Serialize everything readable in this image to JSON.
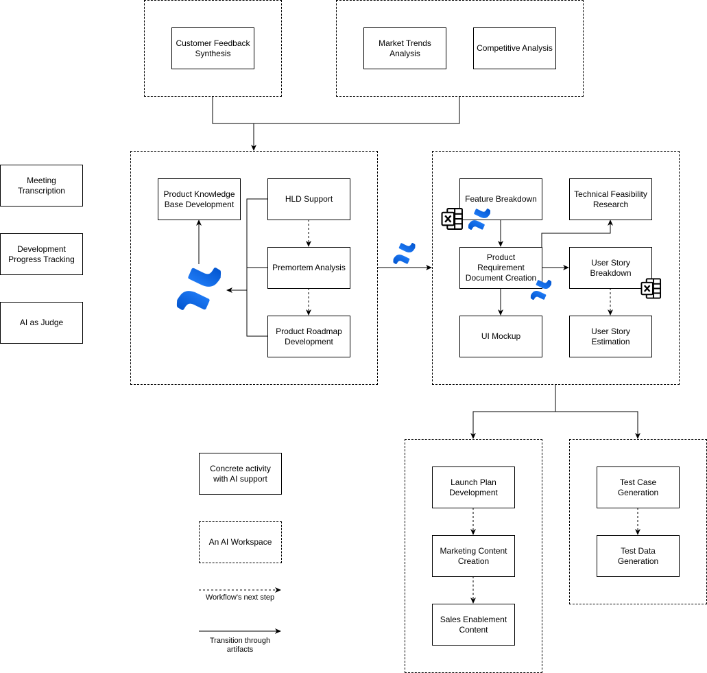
{
  "workspaces": {
    "feedback": {
      "box": "Customer Feedback Synthesis"
    },
    "market": {
      "trends": "Market Trends Analysis",
      "competitive": "Competitive Analysis"
    },
    "product": {
      "knowledge": "Product Knowledge Base Development",
      "hld": "HLD Support",
      "premortem": "Premortem Analysis",
      "roadmap": "Product Roadmap Development"
    },
    "requirements": {
      "feature": "Feature Breakdown",
      "feasibility": "Technical Feasibility Research",
      "prd": "Product Requirement Document Creation",
      "story": "User Story Breakdown",
      "mockup": "UI Mockup",
      "estimation": "User Story Estimation"
    },
    "launch": {
      "plan": "Launch Plan Development",
      "marketing": "Marketing Content Creation",
      "sales": "Sales Enablement Content"
    },
    "testing": {
      "cases": "Test Case Generation",
      "data": "Test Data Generation"
    }
  },
  "standalone": {
    "meeting": "Meeting Transcription",
    "progress": "Development Progress Tracking",
    "judge": "AI as Judge"
  },
  "legend": {
    "activity": "Concrete activity with AI support",
    "workspace": "An AI Workspace",
    "next_step": "Workflow's next step",
    "transition": "Transition through artifacts"
  },
  "colors": {
    "confluence_light": "#2684FF",
    "confluence_dark": "#0052CC",
    "line": "#000000"
  },
  "icons": [
    "confluence-icon",
    "excel-icon"
  ]
}
